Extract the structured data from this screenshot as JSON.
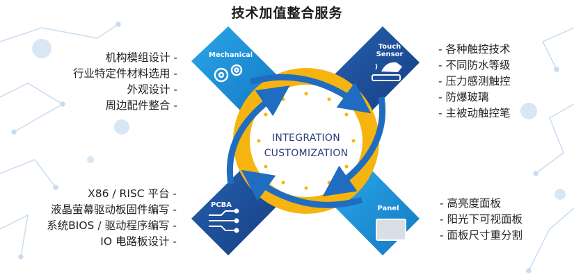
{
  "title": "技术加值整合服务",
  "center": {
    "line1": "INTEGRATION",
    "line2": "CUSTOMIZATION"
  },
  "quadrants": {
    "mechanical": {
      "label": "Mechanical",
      "icon": "gears-icon",
      "items": [
        "机构模组设计 -",
        "行业特定件材料选用 -",
        "外观设计 -",
        "周边配件整合 -"
      ]
    },
    "touch_sensor": {
      "label_line1": "Touch",
      "label_line2": "Sensor",
      "icon": "touch-hand-icon",
      "items": [
        "- 各种触控技术",
        "- 不同防水等级",
        "- 压力感测触控",
        "- 防爆玻璃",
        "- 主被动触控笔"
      ]
    },
    "pcba": {
      "label": "PCBA",
      "icon": "circuit-board-icon",
      "items": [
        "X86 / RISC 平台 -",
        "液晶萤幕驱动板固件编写 -",
        "系统BIOS / 驱动程序编写 -",
        "IO 电路板设计 -"
      ]
    },
    "panel": {
      "label": "Panel",
      "icon": "display-panel-icon",
      "items": [
        "- 高亮度面板",
        "- 阳光下可视面板",
        "- 面板尺寸重分割"
      ]
    }
  },
  "colors": {
    "blue_light": "#1f8fd6",
    "blue_dark": "#1c4f9c",
    "ring_yellow": "#f5b40f",
    "arrow_blue": "#2a7fd0",
    "network_lines": "#bcd6ee"
  }
}
